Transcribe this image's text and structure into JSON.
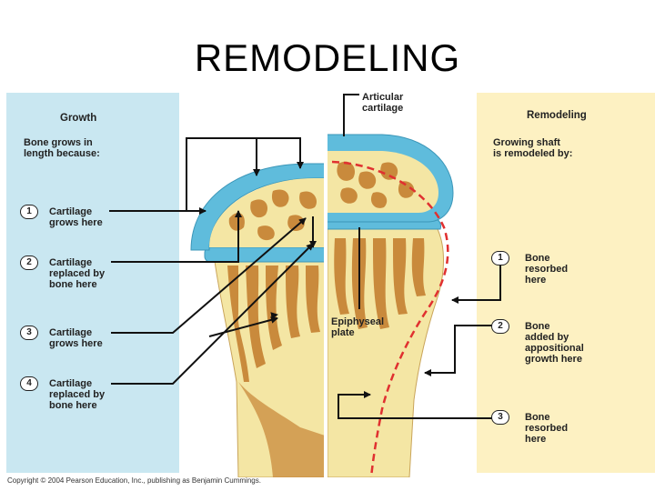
{
  "title": "REMODELING",
  "growth": {
    "heading": "Growth",
    "intro": "Bone grows in\nlength because:",
    "steps": [
      {
        "num": "1",
        "text": "Cartilage\ngrows here"
      },
      {
        "num": "2",
        "text": "Cartilage\nreplaced by\nbone here"
      },
      {
        "num": "3",
        "text": "Cartilage\ngrows here"
      },
      {
        "num": "4",
        "text": "Cartilage\nreplaced by\nbone here"
      }
    ]
  },
  "remodeling": {
    "heading": "Remodeling",
    "intro": "Growing shaft\nis remodeled by:",
    "steps": [
      {
        "num": "1",
        "text": "Bone\nresorbed\nhere"
      },
      {
        "num": "2",
        "text": "Bone\nadded by\nappositional\ngrowth here"
      },
      {
        "num": "3",
        "text": "Bone\nresorbed\nhere"
      }
    ]
  },
  "labels": {
    "articular_cartilage": "Articular\ncartilage",
    "epiphyseal_plate": "Epiphyseal\nplate"
  },
  "copyright": "Copyright © 2004 Pearson Education, Inc., publishing as Benjamin Cummings.",
  "colors": {
    "growth_panel": "#c9e7f1",
    "remodeling_panel": "#fdf1c2",
    "cartilage": "#5fbcdc",
    "bone": "#f4e6a4",
    "spongy_bone": "#c98a3c",
    "outline_dashed": "#e03030"
  }
}
